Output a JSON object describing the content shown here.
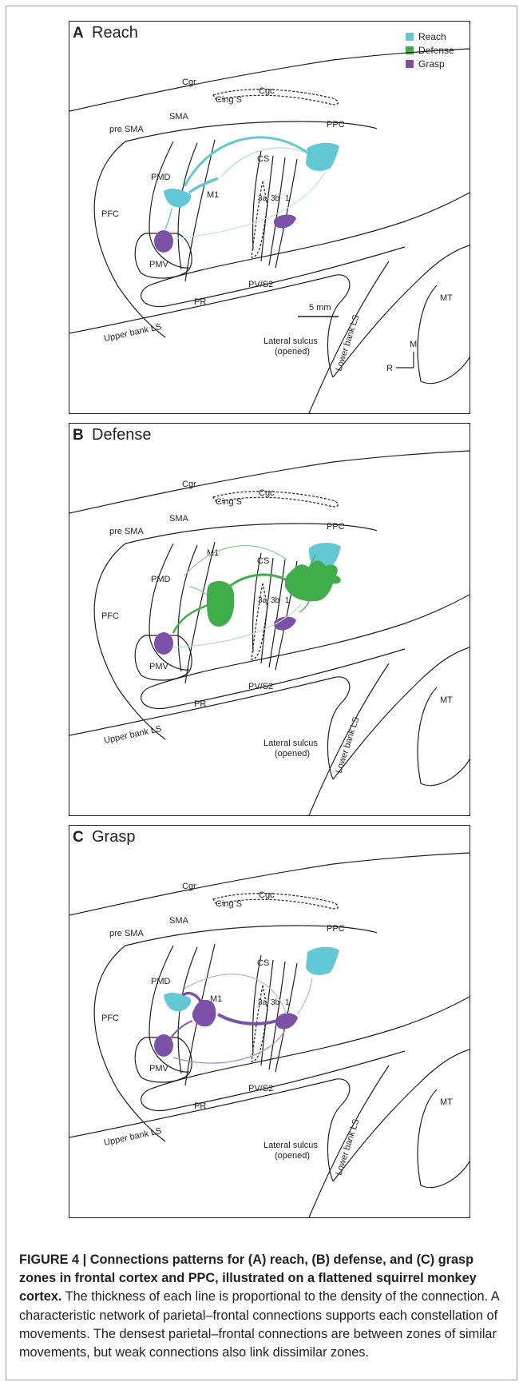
{
  "legend": [
    {
      "label": "Reach",
      "color": "#63c8d6"
    },
    {
      "label": "Defense",
      "color": "#3fae49"
    },
    {
      "label": "Grasp",
      "color": "#7b52a8"
    }
  ],
  "labels": {
    "cgr": "Cgr",
    "cgc": "Cgc",
    "cing_s": "Cing S",
    "sma": "SMA",
    "pre_sma": "pre SMA",
    "ppc": "PPC",
    "pmd": "PMD",
    "m1": "M1",
    "cs": "CS",
    "area3a": "3a",
    "area3b": "3b",
    "area1": "1",
    "pfc": "PFC",
    "pmv": "PMV",
    "pv_s2": "PV/S2",
    "pr": "PR",
    "mt": "MT",
    "upper_bank_ls": "Upper bank LS",
    "lower_bank_ls": "Lower bank LS",
    "lateral_sulcus_line1": "Lateral sulcus",
    "lateral_sulcus_line2": "(opened)",
    "scale_bar": "5 mm",
    "orient_m": "M",
    "orient_r": "R"
  },
  "panels": [
    {
      "letter": "A",
      "title": "Reach"
    },
    {
      "letter": "B",
      "title": "Defense"
    },
    {
      "letter": "C",
      "title": "Grasp"
    }
  ],
  "caption": {
    "bold": "FIGURE 4 | Connections patterns for (A) reach, (B) defense, and (C) grasp zones in frontal cortex and PPC, illustrated on a flattened squirrel monkey cortex.",
    "text": " The thickness of each line is proportional to the density of the connection. A characteristic network of parietal–frontal connections supports each constellation of movements. The densest parietal–frontal connections are between zones of similar movements, but weak connections also link dissimilar zones."
  }
}
